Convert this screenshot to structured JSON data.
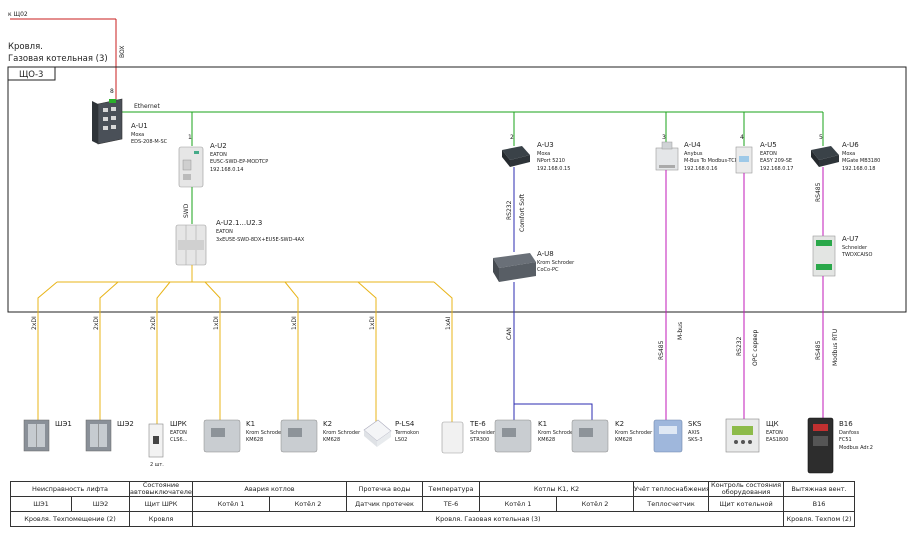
{
  "header": {
    "top_link": "к Щ02",
    "location_line1": "Кровля.",
    "location_line2": "Газовая котельная (3)",
    "cabinet": "ЩО-3",
    "supply_label": "BOX"
  },
  "network": {
    "ethernet_label": "Ethernet",
    "switch_port": "8"
  },
  "devices": {
    "au1": {
      "id": "A-U1",
      "brand": "Moxa",
      "model": "EDS-208-M-SC"
    },
    "au2": {
      "port": "1",
      "id": "A-U2",
      "brand": "EATON",
      "model": "EU5C-SWD-EP-MODTCP",
      "ip": "192.168.0.14"
    },
    "au21": {
      "id": "A-U2.1...U2.3",
      "brand": "EATON",
      "model": "3xEU5E-SWD-8DX+EU5E-SWD-4AX"
    },
    "au3": {
      "port": "2",
      "id": "A-U3",
      "brand": "Moxa",
      "model": "NPort 5210",
      "ip": "192.168.0.15"
    },
    "au8": {
      "id": "A-U8",
      "brand": "Krom Schroder",
      "model": "CoCo-PC"
    },
    "au4": {
      "port": "3",
      "id": "A-U4",
      "brand": "Anybus",
      "model": "M-Bus To Modbus-TCP",
      "ip": "192.168.0.16"
    },
    "au5": {
      "port": "4",
      "id": "A-U5",
      "brand": "EATON",
      "model": "EASY 209-SE",
      "ip": "192.168.0.17"
    },
    "au6": {
      "port": "5",
      "id": "A-U6",
      "brand": "Moxa",
      "model": "MGate MB3180",
      "ip": "192.168.0.18"
    },
    "au7": {
      "id": "A-U7",
      "brand": "Schneider",
      "model": "TWDXCAISO"
    }
  },
  "links": {
    "swd": "SWD",
    "rs232_a": "RS232",
    "comfort_soft": "Comfort Soft",
    "rs485_a": "RS485",
    "can": "CAN",
    "rs485_b": "RS485",
    "mbus": "M-bus",
    "rs232_b": "RS232",
    "opc": "OPC сервер",
    "rs485_c": "RS485",
    "modbus": "Modbus RTU"
  },
  "io_labels": [
    "2xDI",
    "2xDI",
    "2xDI",
    "1xDI",
    "1xDI",
    "1xDI",
    "1xAI"
  ],
  "field": {
    "sh1": "ШЭ1",
    "sh2": "ШЭ2",
    "shrk": {
      "id": "ШРК",
      "brand": "EATON",
      "model": "CLS6...",
      "note": "2 шт."
    },
    "k1a": {
      "id": "K1",
      "brand": "Krom Schroder",
      "model": "KM628"
    },
    "k2a": {
      "id": "K2",
      "brand": "Krom Schroder",
      "model": "KM628"
    },
    "pls": {
      "id": "P-LS4",
      "brand": "Termokon",
      "model": "LS02"
    },
    "te6": {
      "id": "TE-6",
      "brand": "Schneider",
      "model": "STR300"
    },
    "k1b": {
      "id": "K1",
      "brand": "Krom Schroder",
      "model": "KM628"
    },
    "k2b": {
      "id": "K2",
      "brand": "Krom Schroder",
      "model": "KM628"
    },
    "sks": {
      "id": "SKS",
      "brand": "AXIS",
      "model": "SKS-3"
    },
    "shk": {
      "id": "ЩК",
      "brand": "EATON",
      "model": "EAS1800"
    },
    "b16": {
      "id": "B16",
      "brand": "Danfoss",
      "model": "FC51",
      "extra": "Modbus Adr.2"
    }
  },
  "table": {
    "r1": [
      "Неисправность лифта",
      "Состояние автовыключателей",
      "Авария котлов",
      "Протечка воды",
      "Температура",
      "Котлы К1, К2",
      "Учёт теплоснабжения",
      "Контроль состояния оборудования",
      "Вытяжная вент."
    ],
    "r2": [
      "ШЭ1",
      "ШЭ2",
      "Щит ШРК",
      "Котёл 1",
      "Котёл 2",
      "Датчик протечек",
      "ТЕ-6",
      "Котёл 1",
      "Котёл 2",
      "Теплосчетчик",
      "Щит котельной",
      "В16"
    ],
    "r3": [
      "Кровля. Техпомещение (2)",
      "Кровля",
      "Кровля. Газовая котельная (3)",
      "Кровля. Техпом (2)"
    ]
  },
  "colors": {
    "ethernet": "#1aa31a",
    "yellow": "#e8b418",
    "blue": "#2b2bb0",
    "magenta": "#c01ab8",
    "red": "#c81e1e"
  }
}
